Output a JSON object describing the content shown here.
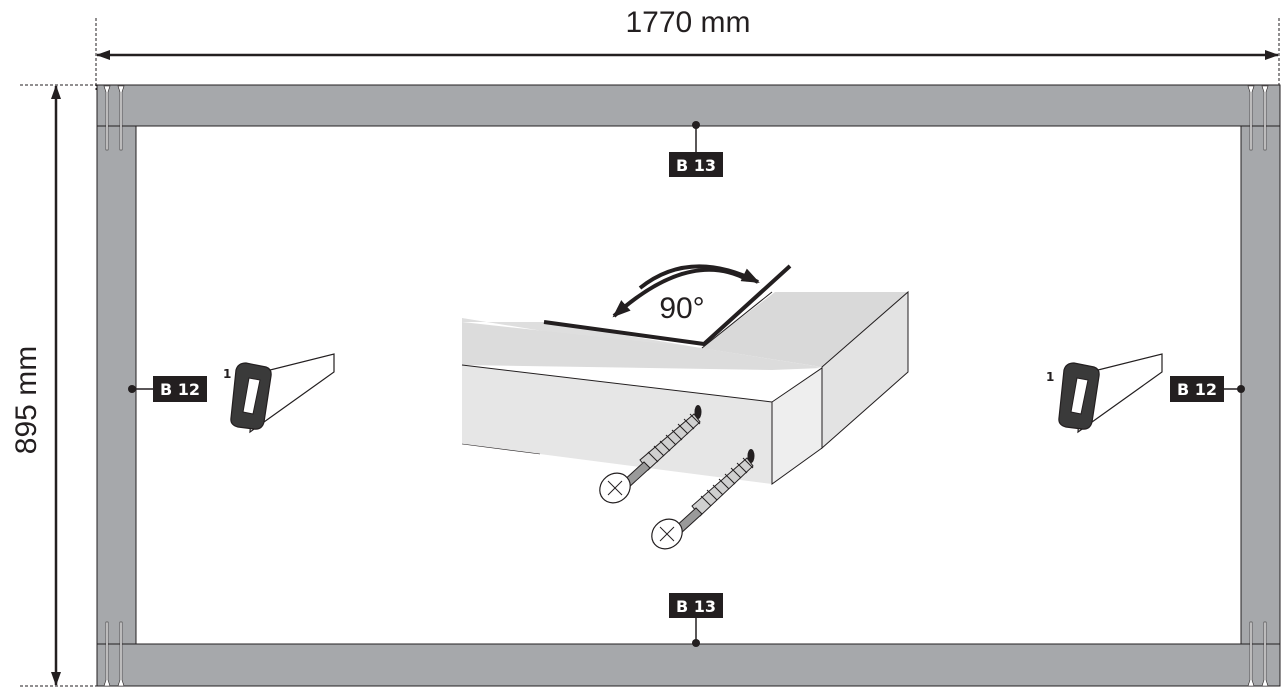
{
  "dimensions": {
    "width_label": "1770 mm",
    "height_label": "895 mm"
  },
  "labels": {
    "top": "B 13",
    "bottom": "B 13",
    "left": "B 12",
    "right": "B 12"
  },
  "detail": {
    "angle_label": "90°"
  },
  "saw": {
    "left_step": "1",
    "right_step": "1"
  },
  "colors": {
    "board": "#a6a8ab",
    "outline": "#231f20",
    "beam_top": "#d9d9d9",
    "beam_face": "#e6e6e6",
    "label_bg": "#231f20"
  }
}
